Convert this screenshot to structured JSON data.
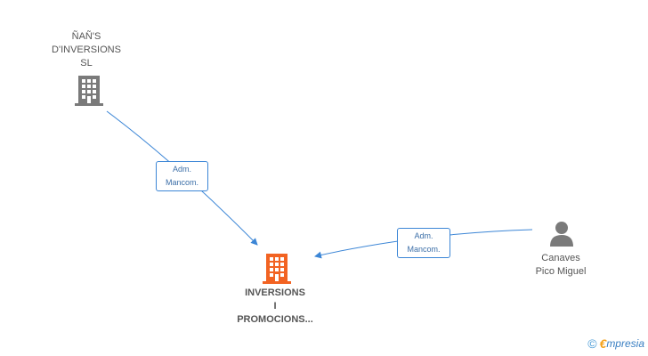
{
  "nodes": {
    "top_company": {
      "lines": [
        "ÑAÑ'S",
        "D'INVERSIONS",
        "SL"
      ],
      "icon": "building-icon",
      "color": "#7a7a7a"
    },
    "main_company": {
      "lines": [
        "INVERSIONS",
        "I",
        "PROMOCIONS..."
      ],
      "icon": "building-icon",
      "color": "#f26322"
    },
    "person": {
      "lines": [
        "Canaves",
        "Pico Miguel"
      ],
      "icon": "person-icon",
      "color": "#7a7a7a"
    }
  },
  "edges": [
    {
      "from": "top_company",
      "to": "main_company",
      "label_lines": [
        "Adm.",
        "Mancom."
      ]
    },
    {
      "from": "person",
      "to": "main_company",
      "label_lines": [
        "Adm.",
        "Mancom."
      ]
    }
  ],
  "footer": {
    "copyright": "©",
    "brand_initial": "€",
    "brand_rest": "mpresia"
  },
  "colors": {
    "edge": "#3c86d6"
  }
}
